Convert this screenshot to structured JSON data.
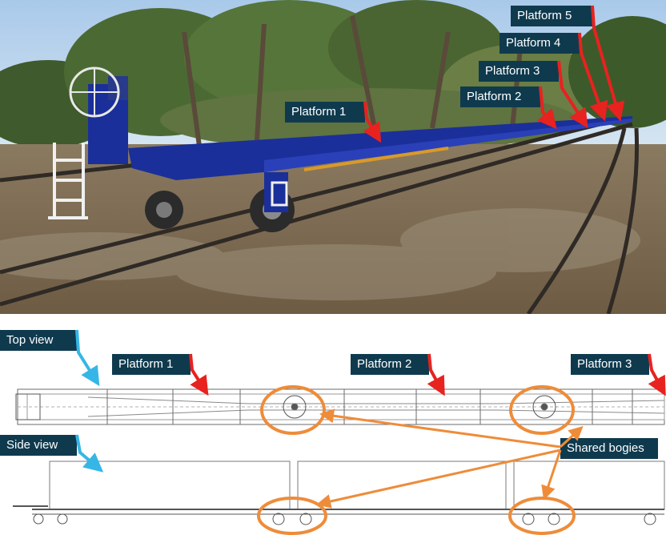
{
  "photo": {
    "platform_labels": [
      "Platform 1",
      "Platform 2",
      "Platform 3",
      "Platform 4",
      "Platform 5"
    ]
  },
  "drawing": {
    "top_view_label": "Top view",
    "side_view_label": "Side view",
    "platform_labels": [
      "Platform 1",
      "Platform 2",
      "Platform 3"
    ],
    "shared_bogies_label": "Shared bogies"
  },
  "colors": {
    "label_bg": "#0f3a4e",
    "label_text": "#ffffff",
    "pointer_red": "#e8221f",
    "bogie_orange": "#ee8c3a",
    "view_pointer_cyan": "#36b6e6",
    "wagon_blue": "#1b2f9a"
  }
}
